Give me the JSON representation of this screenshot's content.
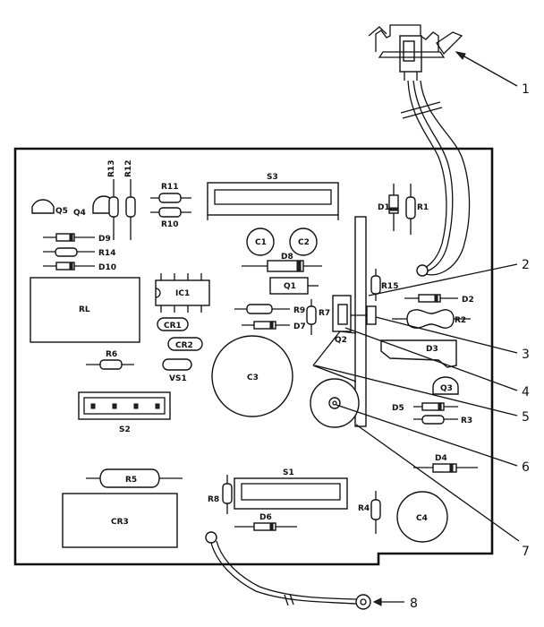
{
  "callouts": [
    "1",
    "2",
    "3",
    "4",
    "5",
    "6",
    "7",
    "8"
  ],
  "components": {
    "Q5": "Q5",
    "Q4": "Q4",
    "R13": "R13",
    "R12": "R12",
    "R11": "R11",
    "R10": "R10",
    "S3": "S3",
    "D1": "D1",
    "R1": "R1",
    "D9": "D9",
    "R14": "R14",
    "D10": "D10",
    "C1": "C1",
    "C2": "C2",
    "D8": "D8",
    "Q1": "Q1",
    "R15": "R15",
    "D2": "D2",
    "RL": "RL",
    "IC1": "IC1",
    "CR1": "CR1",
    "CR2": "CR2",
    "R9": "R9",
    "R7": "R7",
    "D7": "D7",
    "Q2": "Q2",
    "R2": "R2",
    "D3": "D3",
    "R6": "R6",
    "VS1": "VS1",
    "C3": "C3",
    "Q3": "Q3",
    "D5": "D5",
    "R3": "R3",
    "S2": "S2",
    "D4": "D4",
    "R5": "R5",
    "S1": "S1",
    "R8": "R8",
    "R4": "R4",
    "C4": "C4",
    "CR3": "CR3",
    "D6": "D6"
  }
}
